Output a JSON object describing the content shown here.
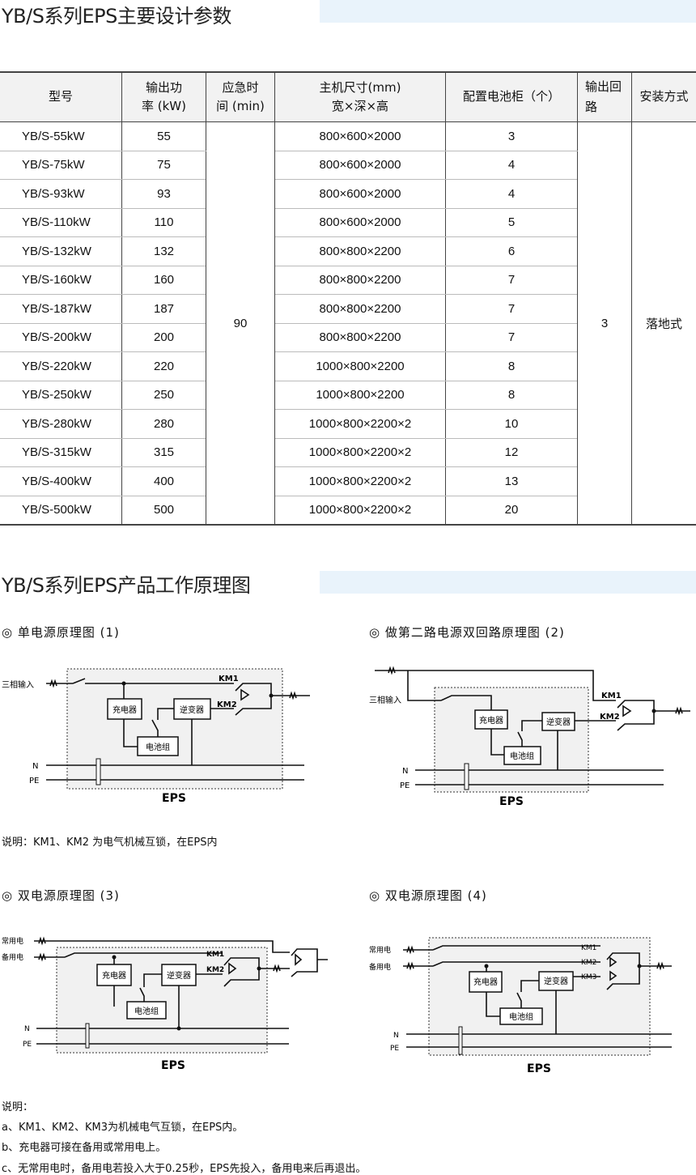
{
  "section1": {
    "title": "YB/S系列EPS主要设计参数"
  },
  "table": {
    "headers": [
      "型号",
      "输出功率 (kW)",
      "应急时间 (min)",
      "主机尺寸(mm) 宽×深×高",
      "配置电池柜（个）",
      "输出回路",
      "安装方式"
    ],
    "header_lines": {
      "power": [
        "输出功",
        "率 (kW)"
      ],
      "time": [
        "应急时",
        "间 (min)"
      ],
      "size": [
        "主机尺寸(mm)",
        "宽×深×高"
      ],
      "out": [
        "输出回",
        "路"
      ]
    },
    "rows": [
      [
        "YB/S-55kW",
        "55",
        "800×600×2000",
        "3"
      ],
      [
        "YB/S-75kW",
        "75",
        "800×600×2000",
        "4"
      ],
      [
        "YB/S-93kW",
        "93",
        "800×600×2000",
        "4"
      ],
      [
        "YB/S-110kW",
        "110",
        "800×600×2000",
        "5"
      ],
      [
        "YB/S-132kW",
        "132",
        "800×800×2200",
        "6"
      ],
      [
        "YB/S-160kW",
        "160",
        "800×800×2200",
        "7"
      ],
      [
        "YB/S-187kW",
        "187",
        "800×800×2200",
        "7"
      ],
      [
        "YB/S-200kW",
        "200",
        "800×800×2200",
        "7"
      ],
      [
        "YB/S-220kW",
        "220",
        "1000×800×2200",
        "8"
      ],
      [
        "YB/S-250kW",
        "250",
        "1000×800×2200",
        "8"
      ],
      [
        "YB/S-280kW",
        "280",
        "1000×800×2200×2",
        "10"
      ],
      [
        "YB/S-315kW",
        "315",
        "1000×800×2200×2",
        "12"
      ],
      [
        "YB/S-400kW",
        "400",
        "1000×800×2200×2",
        "13"
      ],
      [
        "YB/S-500kW",
        "500",
        "1000×800×2200×2",
        "20"
      ]
    ],
    "merged": {
      "time": "90",
      "outputs": "3",
      "install": "落地式"
    }
  },
  "section2": {
    "title": "YB/S系列EPS产品工作原理图"
  },
  "diagrams": {
    "d1_title": "◎  单电源原理图 (1)",
    "d2_title": "◎  做第二路电源双回路原理图 (2)",
    "d3_title": "◎  双电源原理图 (3)",
    "d4_title": "◎  双电源原理图 (4)",
    "three_phase": "三相输入",
    "charger": "充电器",
    "inverter": "逆变器",
    "battery": "电池组",
    "main_power": "常用电",
    "backup_power": "备用电",
    "km1": "KM1",
    "km2": "KM2",
    "km3": "KM3",
    "n": "N",
    "pe": "PE",
    "eps": "EPS"
  },
  "notes": {
    "note1": "说明：KM1、KM2 为电气机械互锁，在EPS内",
    "heading": "说明：",
    "a": "a、KM1、KM2、KM3为机械电气互锁，在EPS内。",
    "b": "b、充电器可接在备用或常用电上。",
    "c": "c、无常用电时，备用电若投入大于0.25秒，EPS先投入，备用电来后再退出。"
  }
}
